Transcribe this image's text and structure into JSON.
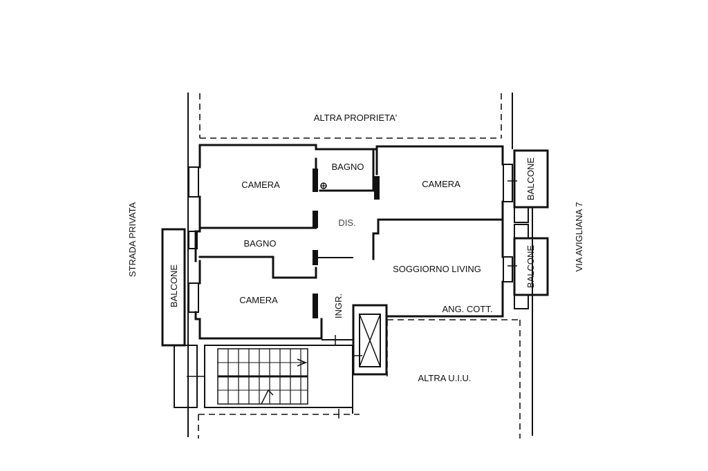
{
  "labels": {
    "altra_proprieta": "ALTRA PROPRIETA'",
    "camera_top_left": "CAMERA",
    "bagno_top": "BAGNO",
    "camera_top_right": "CAMERA",
    "dis": "DIS.",
    "bagno_left": "BAGNO",
    "soggiorno": "SOGGIORNO LIVING",
    "camera_bottom": "CAMERA",
    "ingr": "INGR.",
    "ang_cott": "ANG. COTT.",
    "altra_uiu": "ALTRA U.I.U.",
    "strada_privata": "STRADA PRIVATA",
    "via_avigliana": "VIA AVIGLIANA 7",
    "balcone_left": "BALCONE",
    "balcone_right_top": "BALCONE",
    "balcone_right_bottom": "BALCONE"
  },
  "colors": {
    "ink": "#111111",
    "paper": "#ffffff"
  }
}
